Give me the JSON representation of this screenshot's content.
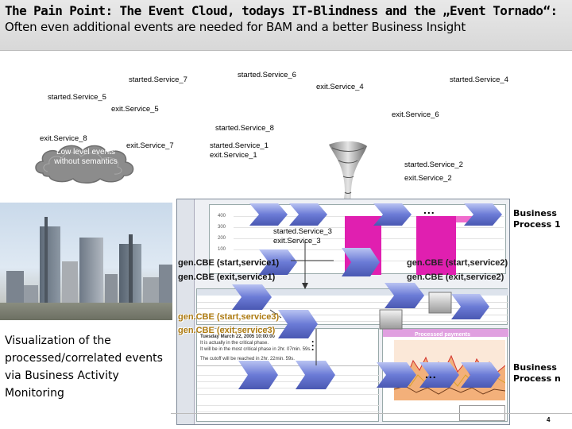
{
  "header": {
    "title": "The Pain Point: The Event Cloud, todays IT-Blindness and the „Event Tornado“:",
    "subtitle": "Often even additional events are needed for BAM and a better Business Insight"
  },
  "events": [
    "started.Service_6",
    "started.Service_7",
    "started.Service_4",
    "exit.Service_4",
    "started.Service_5",
    "exit.Service_5",
    "exit.Service_6",
    "started.Service_8",
    "exit.Service_8",
    "exit.Service_7",
    "started.Service_1",
    "exit.Service_1",
    "started.Service_2",
    "exit.Service_2",
    "started.Service_3",
    "exit.Service_3"
  ],
  "cloud": {
    "text": "Low level events without semantics"
  },
  "caption": "Visualization of the processed/correlated events via Business Activity Monitoring",
  "business_processes": {
    "first": "Business Process 1",
    "last": "Business Process n"
  },
  "gen_cbe": {
    "start_service1": "gen.CBE (start,service1)",
    "exit_service1": "gen.CBE (exit,service1)",
    "start_service2": "gen.CBE (start,service2)",
    "exit_service2": "gen.CBE (exit,service2)",
    "start_service3": "gen.CBE (start,service3)",
    "exit_service3": "gen.CBE (exit,service3)"
  },
  "ellipsis": "...",
  "dashboard": {
    "processed_payments_title": "Processed payments",
    "payment_line_1": "Tuesday March 22, 2005 10:00:00",
    "payment_line_2": "It is actually in the critical phase.",
    "payment_line_3": "It will be in the most critical phase in 2hr. 07min. 59s.",
    "payment_line_4": "The cutoff will be reached in 2hr. 22min. 59s."
  },
  "page_number": "4"
}
